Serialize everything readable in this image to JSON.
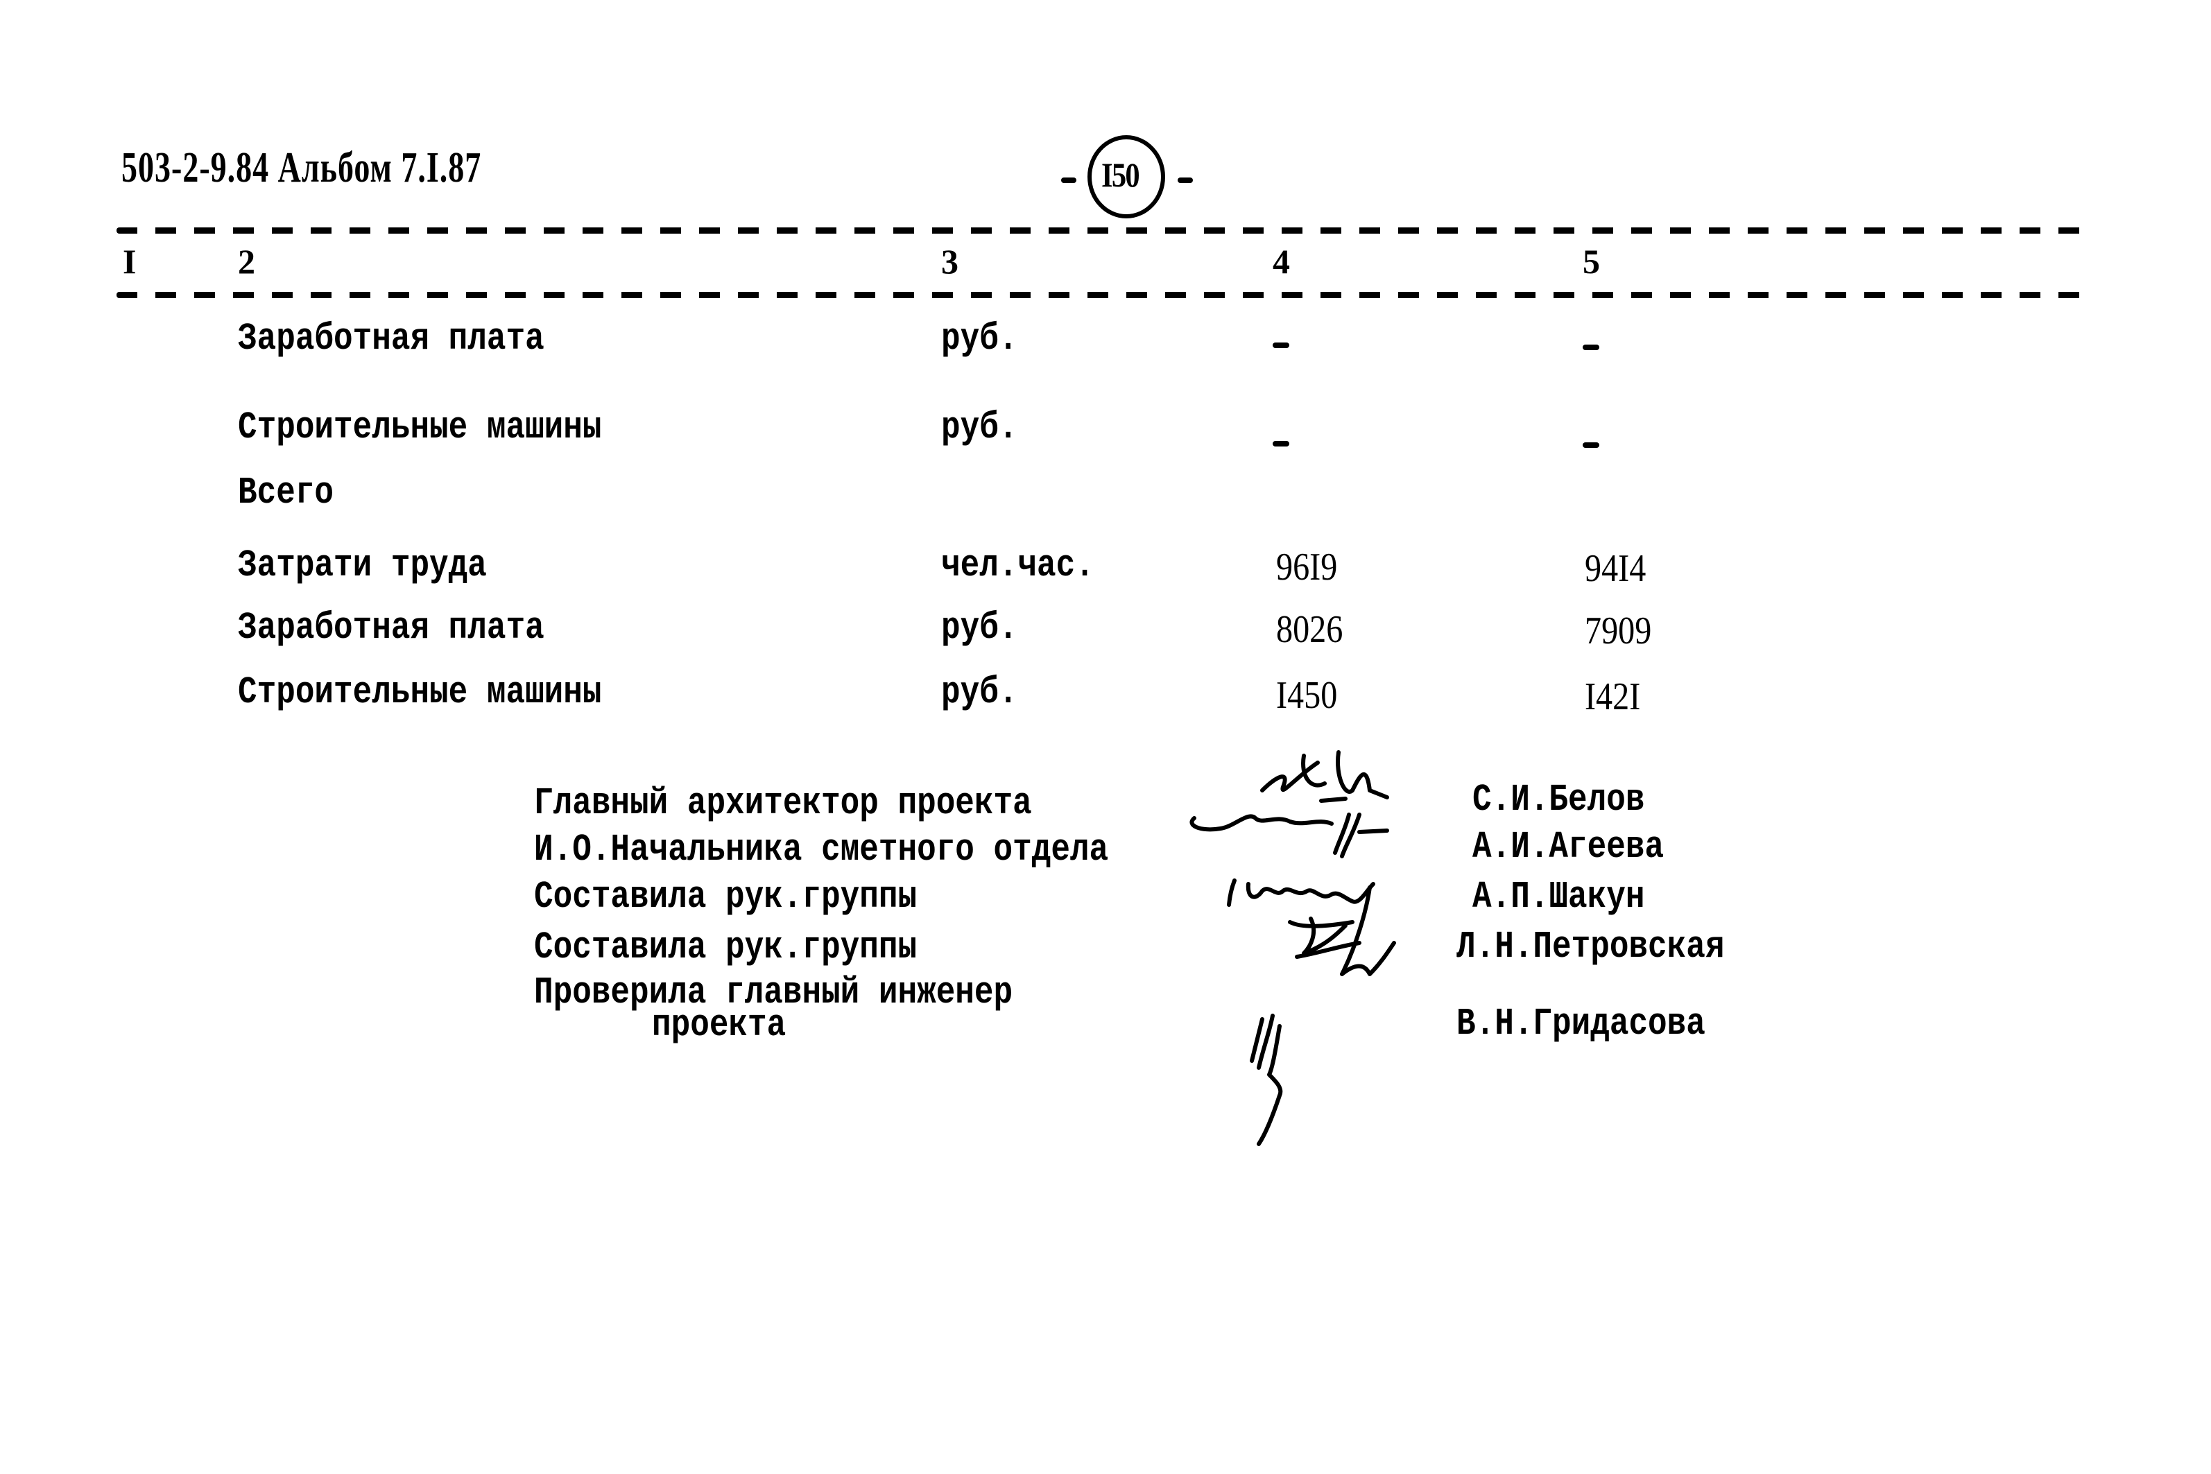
{
  "header": {
    "doc_code": "503-2-9.84 Альбом 7.I.87",
    "page_number": "I50"
  },
  "table": {
    "columns": [
      "I",
      "2",
      "3",
      "4",
      "5"
    ],
    "rows": [
      {
        "name": "Заработная плата",
        "unit": "руб.",
        "col4": "-",
        "col5": "-"
      },
      {
        "name": "Строительные машины",
        "unit": "руб.",
        "col4": "-",
        "col5": "-"
      },
      {
        "name": "Всего",
        "unit": "",
        "col4": "",
        "col5": ""
      },
      {
        "name": "Затрати труда",
        "unit": "чел.час.",
        "col4": "96I9",
        "col5": "94I4"
      },
      {
        "name": "Заработная плата",
        "unit": "руб.",
        "col4": "8026",
        "col5": "7909"
      },
      {
        "name": "Строительные машины",
        "unit": "руб.",
        "col4": "I450",
        "col5": "I42I"
      }
    ]
  },
  "signatures": [
    {
      "role": "Главный архитектор проекта",
      "name": "С.И.Белов"
    },
    {
      "role": "И.О.Начальника сметного отдела",
      "name": "А.И.Агеева"
    },
    {
      "role": "Составила рук.группы",
      "name": "А.П.Шакун"
    },
    {
      "role": "Составила рук.группы",
      "name": "Л.Н.Петровская"
    },
    {
      "role": "Проверила главный инженер",
      "role_cont": "проекта",
      "name": "В.Н.Гридасова"
    }
  ]
}
